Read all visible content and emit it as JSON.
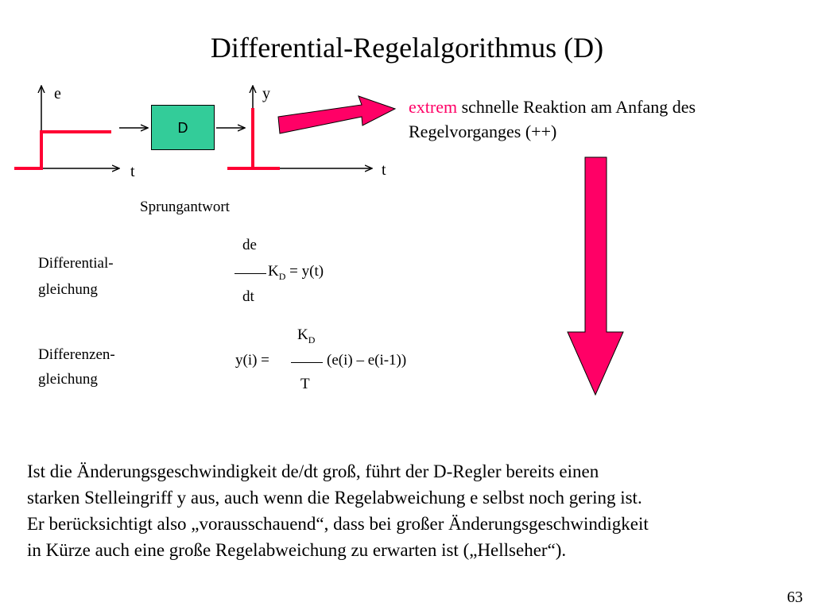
{
  "title": "Differential-Regelalgorithmus (D)",
  "diagram": {
    "input_axis": {
      "y_label": "e",
      "x_label": "t"
    },
    "block_label": "D",
    "output_axis": {
      "y_label": "y",
      "x_label": "t"
    },
    "caption": "Sprungantwort",
    "signal_color": "#ff0033",
    "block_color": "#33cc99",
    "arrow_color": "#ff0066"
  },
  "note": {
    "accent": "extrem",
    "text_line1": " schnelle Reaktion am Anfang des",
    "text_line2": "Regelvorganges (++)"
  },
  "diff_eq": {
    "label_line1": "Differential-",
    "label_line2": "gleichung",
    "numerator": "de",
    "denominator": "dt",
    "coef": "K",
    "coef_sub": "D",
    "rhs": " = y(t)"
  },
  "difference_eq": {
    "label_line1": "Differenzen-",
    "label_line2": "gleichung",
    "lhs": "y(i) =",
    "numerator": "K",
    "numerator_sub": "D",
    "denominator": "T",
    "rhs": "(e(i) – e(i-1))"
  },
  "paragraph": [
    "Ist die Änderungsgeschwindigkeit de/dt groß, führt der D-Regler bereits einen",
    "starken Stelleingriff y aus, auch wenn die Regelabweichung e selbst noch gering ist.",
    "Er berücksichtigt also „vorausschauend“, dass bei großer Änderungsgeschwindigkeit",
    "in Kürze auch eine große Regelabweichung zu erwarten ist („Hellseher“)."
  ],
  "page_number": "63"
}
